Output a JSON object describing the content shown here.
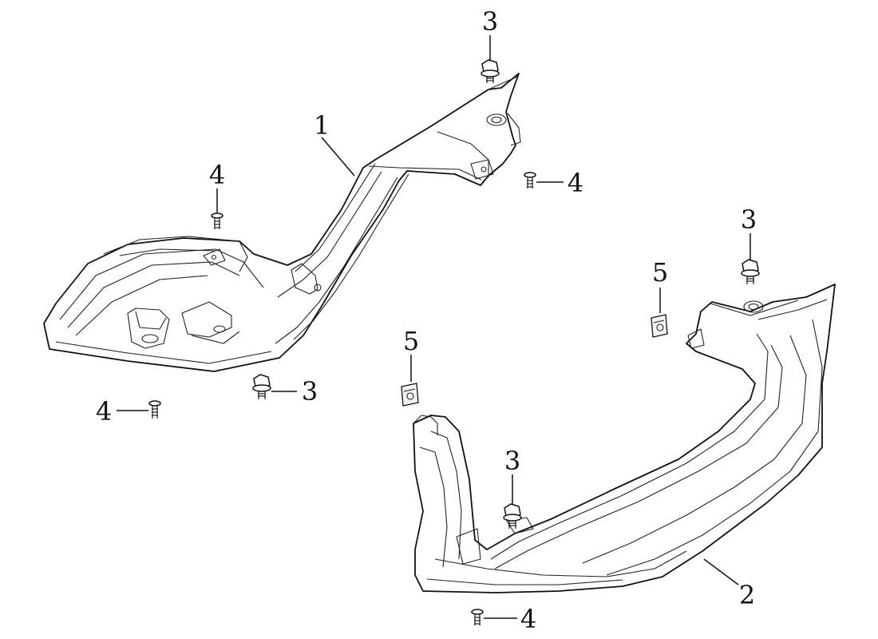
{
  "callouts": {
    "part_1": "1",
    "part_2": "2",
    "bolt_3_top": "3",
    "bolt_3_upper_right": "3",
    "bolt_3_left": "3",
    "bolt_3_lower": "3",
    "screw_4_left_top": "4",
    "screw_4_upper_right": "4",
    "screw_4_left_bottom": "4",
    "screw_4_bottom": "4",
    "clip_5_left": "5",
    "clip_5_right": "5"
  },
  "colors": {
    "ink": "#111111",
    "background": "#ffffff"
  }
}
